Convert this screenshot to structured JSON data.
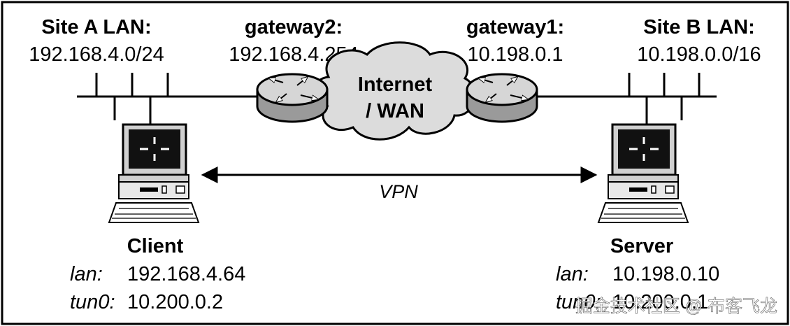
{
  "site_a": {
    "title": "Site A LAN:",
    "subnet": "192.168.4.0/24"
  },
  "gateway2": {
    "title": "gateway2:",
    "ip": "192.168.4.254"
  },
  "gateway1": {
    "title": "gateway1:",
    "ip": "10.198.0.1"
  },
  "site_b": {
    "title": "Site B LAN:",
    "subnet": "10.198.0.0/16"
  },
  "cloud": {
    "line1": "Internet",
    "line2": "/ WAN"
  },
  "vpn": {
    "label": "VPN"
  },
  "client": {
    "title": "Client",
    "lan_label": "lan:",
    "lan_ip": "192.168.4.64",
    "tun_label": "tun0:",
    "tun_ip": "10.200.0.2"
  },
  "server": {
    "title": "Server",
    "lan_label": "lan:",
    "lan_ip": "10.198.0.10",
    "tun_label": "tun0:",
    "tun_ip": "10.200.0.1"
  },
  "watermark": {
    "text": "掘金技术社区 @ 布客飞龙"
  },
  "colors": {
    "line": "#000000",
    "router_top": "#d6d6d6",
    "router_side": "#9a9a9a",
    "cloud_fill": "#dcdcdc",
    "screen": "#111111",
    "monitor": "#d0d0d0",
    "watermark": "#ffffff"
  }
}
